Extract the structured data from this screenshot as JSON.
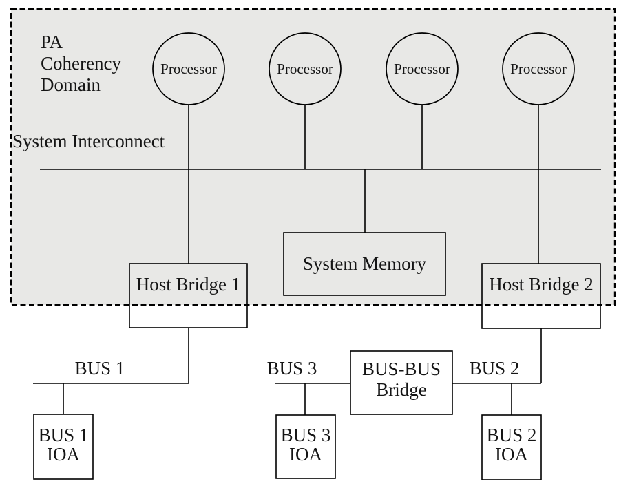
{
  "colors": {
    "domain_fill": "#e8e8e6",
    "line": "#000000",
    "background": "#ffffff",
    "text": "#151515"
  },
  "domain": {
    "title_lines": [
      "PA",
      "Coherency",
      "Domain"
    ]
  },
  "interconnect": {
    "label": "System Interconnect"
  },
  "processors": [
    {
      "label": "Processor"
    },
    {
      "label": "Processor"
    },
    {
      "label": "Processor"
    },
    {
      "label": "Processor"
    }
  ],
  "boxes": {
    "host_bridge_1": {
      "label": "Host Bridge 1"
    },
    "system_memory": {
      "label": "System Memory"
    },
    "host_bridge_2": {
      "label": "Host Bridge 2"
    },
    "bus_bus_bridge": {
      "lines": [
        "BUS-BUS",
        "Bridge"
      ]
    },
    "bus1_ioa": {
      "lines": [
        "BUS 1",
        "IOA"
      ]
    },
    "bus3_ioa": {
      "lines": [
        "BUS 3",
        "IOA"
      ]
    },
    "bus2_ioa": {
      "lines": [
        "BUS 2",
        "IOA"
      ]
    }
  },
  "bus_labels": {
    "bus1": "BUS 1",
    "bus3": "BUS 3",
    "bus2": "BUS 2"
  }
}
